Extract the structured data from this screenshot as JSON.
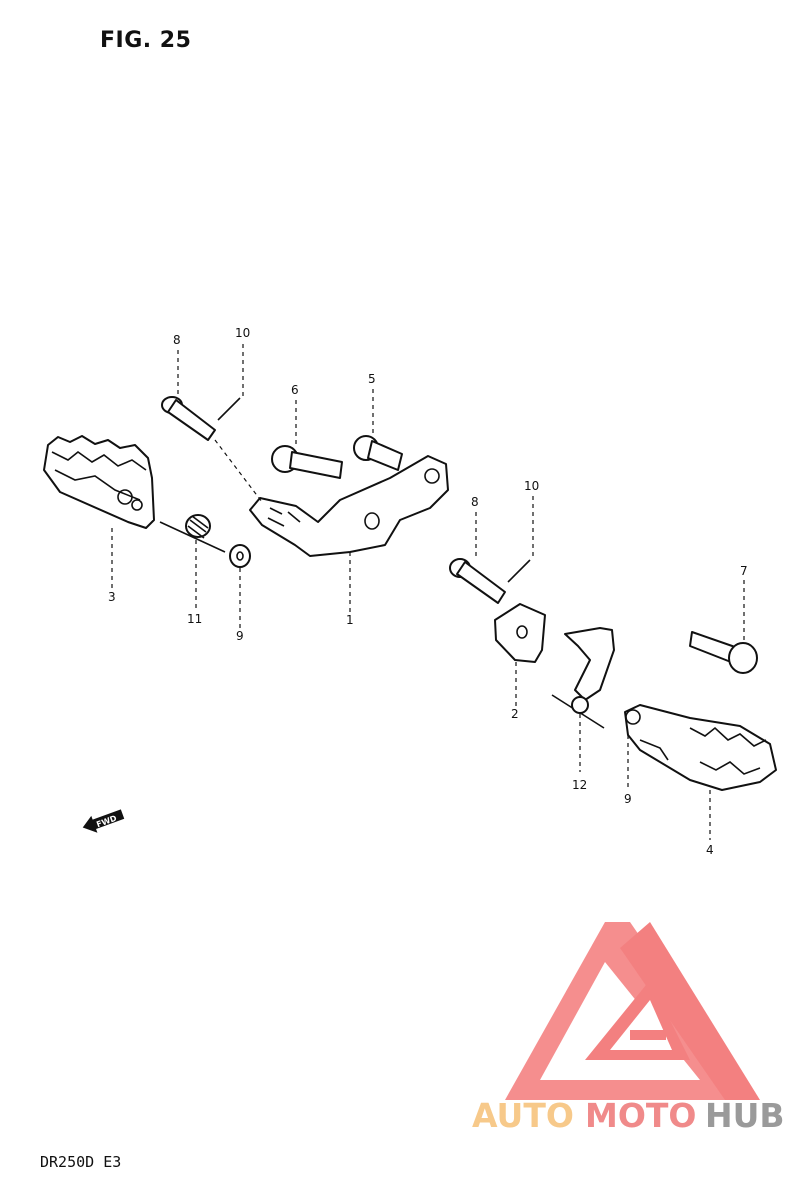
{
  "figure": {
    "title": "FIG. 25",
    "model": "DR250D E3"
  },
  "direction_arrow": {
    "label": "FWD",
    "icon": "fwd-arrow-icon"
  },
  "callouts": [
    {
      "id": "c-8a",
      "label": "8"
    },
    {
      "id": "c-10a",
      "label": "10"
    },
    {
      "id": "c-6",
      "label": "6"
    },
    {
      "id": "c-5",
      "label": "5"
    },
    {
      "id": "c-3",
      "label": "3"
    },
    {
      "id": "c-11",
      "label": "11"
    },
    {
      "id": "c-9a",
      "label": "9"
    },
    {
      "id": "c-1",
      "label": "1"
    },
    {
      "id": "c-8b",
      "label": "8"
    },
    {
      "id": "c-10b",
      "label": "10"
    },
    {
      "id": "c-7",
      "label": "7"
    },
    {
      "id": "c-2",
      "label": "2"
    },
    {
      "id": "c-12",
      "label": "12"
    },
    {
      "id": "c-9b",
      "label": "9"
    },
    {
      "id": "c-4",
      "label": "4"
    }
  ],
  "watermark": {
    "part1": "AUTO",
    "part2": "MOTO",
    "part3": "HUB",
    "colors": {
      "auto": "#f7c98a",
      "moto": "#f08a8a",
      "hub": "#9a9a9a",
      "logo": "#f26b6b"
    }
  }
}
